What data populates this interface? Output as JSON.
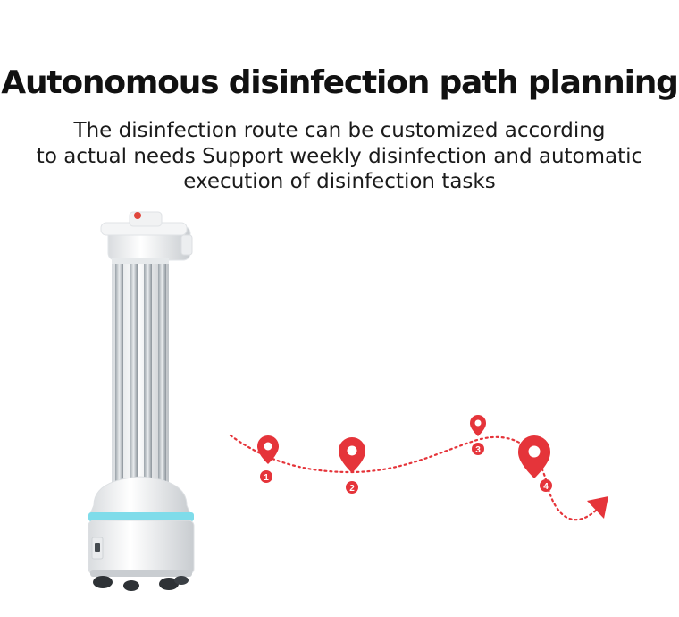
{
  "headline": "Autonomous disinfection path planning",
  "description_lines": [
    "The disinfection route can be customized according",
    "to actual needs Support weekly disinfection and automatic",
    "execution of disinfection tasks"
  ],
  "route": {
    "color": "#e5343a",
    "waypoints": [
      "1",
      "2",
      "3",
      "4"
    ]
  },
  "robot": {
    "accent_color": "#7fdcea",
    "button_color": "#e0463c"
  }
}
